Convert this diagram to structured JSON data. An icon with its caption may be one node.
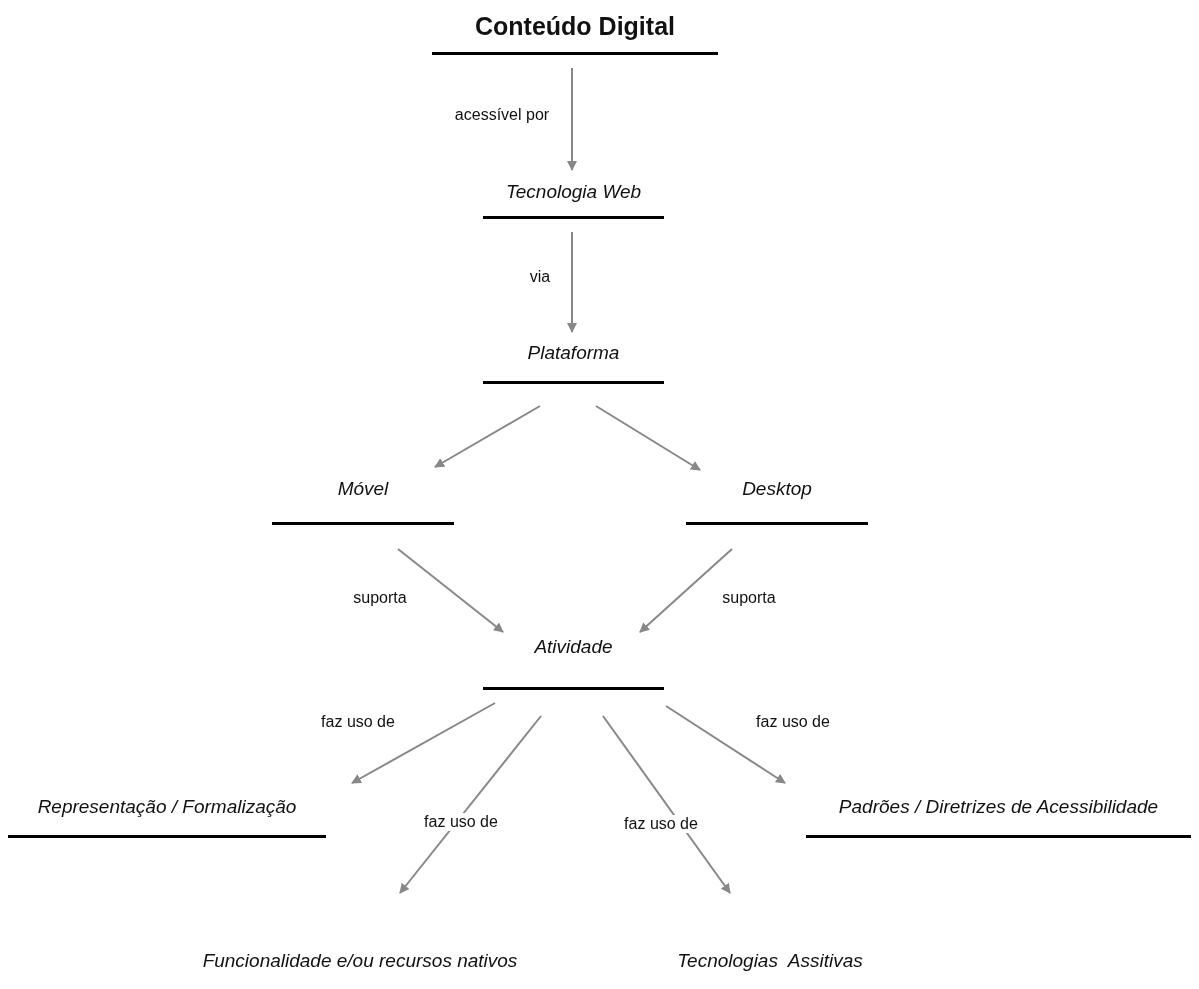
{
  "diagram": {
    "nodes": [
      {
        "text": [
          "Conteúdo Digital"
        ]
      },
      {
        "text": [
          "Tecnologia Web"
        ]
      },
      {
        "text": [
          "Plataforma"
        ]
      },
      {
        "text": [
          "Móvel"
        ]
      },
      {
        "text": [
          "Desktop"
        ]
      },
      {
        "text": [
          "Atividade"
        ]
      },
      {
        "text": [
          "Representação / Formalização"
        ]
      },
      {
        "text": [
          "Padrões / Diretrizes de Acessibilidade"
        ]
      },
      {
        "text": [
          "Funcionalidade e/ou recursos nativos"
        ]
      },
      {
        "text": [
          "Tecnologias  Assitivas"
        ]
      }
    ],
    "edges": [
      {
        "from": 0,
        "to": 1,
        "arrow": "to",
        "label": "acessível por"
      },
      {
        "from": 1,
        "to": 2,
        "arrow": "to",
        "label": "via"
      },
      {
        "from": 2,
        "to": 3,
        "arrow": "to"
      },
      {
        "from": 2,
        "to": 4,
        "arrow": "to"
      },
      {
        "from": 3,
        "to": 5,
        "arrow": "to",
        "label": "suporta"
      },
      {
        "from": 4,
        "to": 5,
        "arrow": "to",
        "label": "suporta"
      },
      {
        "from": 5,
        "to": 6,
        "arrow": "to",
        "label": "faz uso de"
      },
      {
        "from": 5,
        "to": 8,
        "arrow": "to",
        "label": "faz uso de"
      },
      {
        "from": 5,
        "to": 9,
        "arrow": "to",
        "label": "faz uso de"
      },
      {
        "from": 5,
        "to": 7,
        "arrow": "to",
        "label": "faz uso de"
      }
    ]
  }
}
